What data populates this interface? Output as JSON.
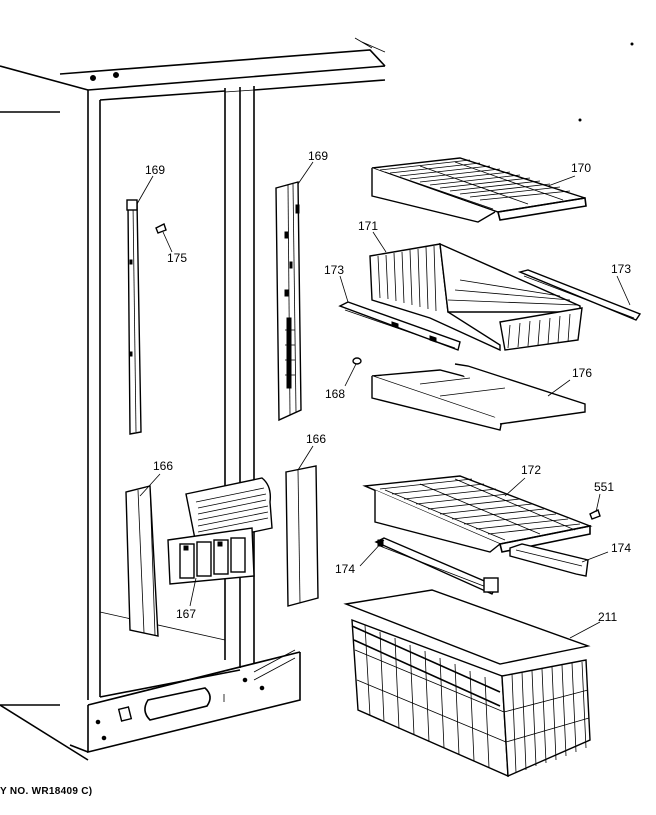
{
  "diagram": {
    "labels": [
      {
        "key": "l169a",
        "text": "169"
      },
      {
        "key": "l175",
        "text": "175"
      },
      {
        "key": "l169b",
        "text": "169"
      },
      {
        "key": "l170",
        "text": "170"
      },
      {
        "key": "l171",
        "text": "171"
      },
      {
        "key": "l173a",
        "text": "173"
      },
      {
        "key": "l173b",
        "text": "173"
      },
      {
        "key": "l168",
        "text": "168"
      },
      {
        "key": "l176",
        "text": "176"
      },
      {
        "key": "l166a",
        "text": "166"
      },
      {
        "key": "l166b",
        "text": "166"
      },
      {
        "key": "l167",
        "text": "167"
      },
      {
        "key": "l172",
        "text": "172"
      },
      {
        "key": "l551",
        "text": "551"
      },
      {
        "key": "l174a",
        "text": "174"
      },
      {
        "key": "l174b",
        "text": "174"
      },
      {
        "key": "l211",
        "text": "211"
      }
    ],
    "footer": "Y NO. WR18409 C)"
  }
}
